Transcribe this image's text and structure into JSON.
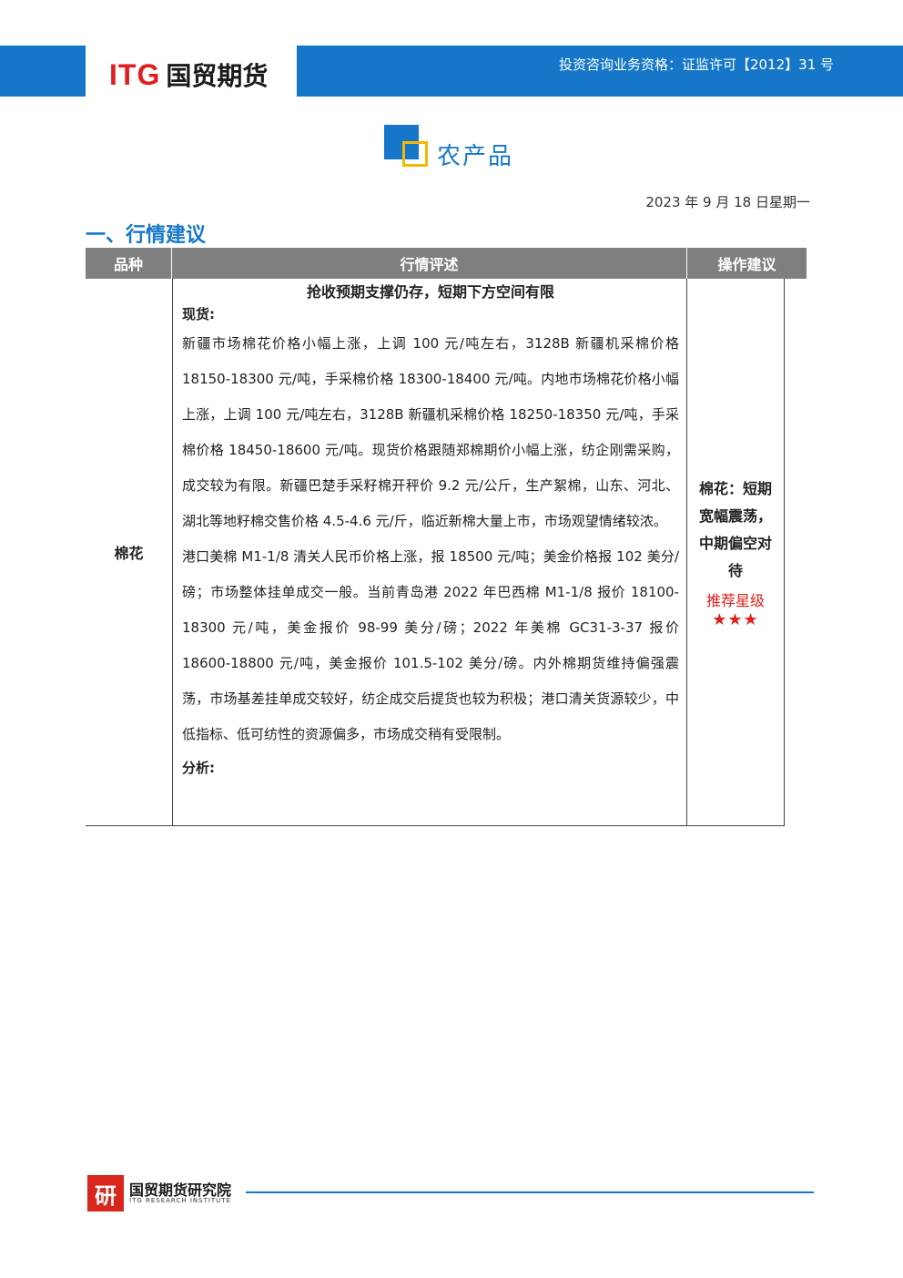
{
  "header": {
    "logo_latin": "ITG",
    "logo_cn": "国贸期货",
    "license": "投资咨询业务资格：证监许可【2012】31 号"
  },
  "section": {
    "title": "农产品"
  },
  "date": "2023 年 9 月 18 日星期一",
  "heading": "一、行情建议",
  "table": {
    "headers": [
      "品种",
      "行情评述",
      "操作建议"
    ],
    "row": {
      "variety": "棉花",
      "article_title": "抢收预期支撑仍存，短期下方空间有限",
      "spot_label": "现货:",
      "paragraphs": [
        "新疆市场棉花价格小幅上涨，上调 100 元/吨左右，3128B 新疆机采棉价格 18150-18300 元/吨，手采棉价格 18300-18400 元/吨。内地市场棉花价格小幅上涨，上调 100 元/吨左右，3128B 新疆机采棉价格 18250-18350 元/吨，手采棉价格 18450-18600 元/吨。现货价格跟随郑棉期价小幅上涨，纺企刚需采购，成交较为有限。新疆巴楚手采籽棉开秤价 9.2 元/公斤，生产絮棉，山东、河北、湖北等地籽棉交售价格 4.5-4.6 元/斤，临近新棉大量上市，市场观望情绪较浓。",
        "港口美棉 M1-1/8 清关人民币价格上涨，报 18500 元/吨；美金价格报 102 美分/磅；市场整体挂单成交一般。当前青岛港 2022 年巴西棉 M1-1/8 报价 18100-18300 元/吨，美金报价 98-99 美分/磅；2022 年美棉 GC31-3-37 报价 18600-18800 元/吨，美金报价 101.5-102 美分/磅。内外棉期货维持偏强震荡，市场基差挂单成交较好，纺企成交后提货也较为积极；港口清关货源较少，中低指标、低可纺性的资源偏多，市场成交稍有受限制。"
      ],
      "analysis_label": "分析:",
      "advice": "棉花：短期宽幅震荡，中期偏空对待",
      "rating_label": "推荐星级",
      "rating_stars": "★★★",
      "rating_value": 3
    }
  },
  "footer": {
    "logo_char": "研",
    "name_cn": "国贸期货研究院",
    "name_en": "ITG RESEARCH INSTITUTE"
  }
}
